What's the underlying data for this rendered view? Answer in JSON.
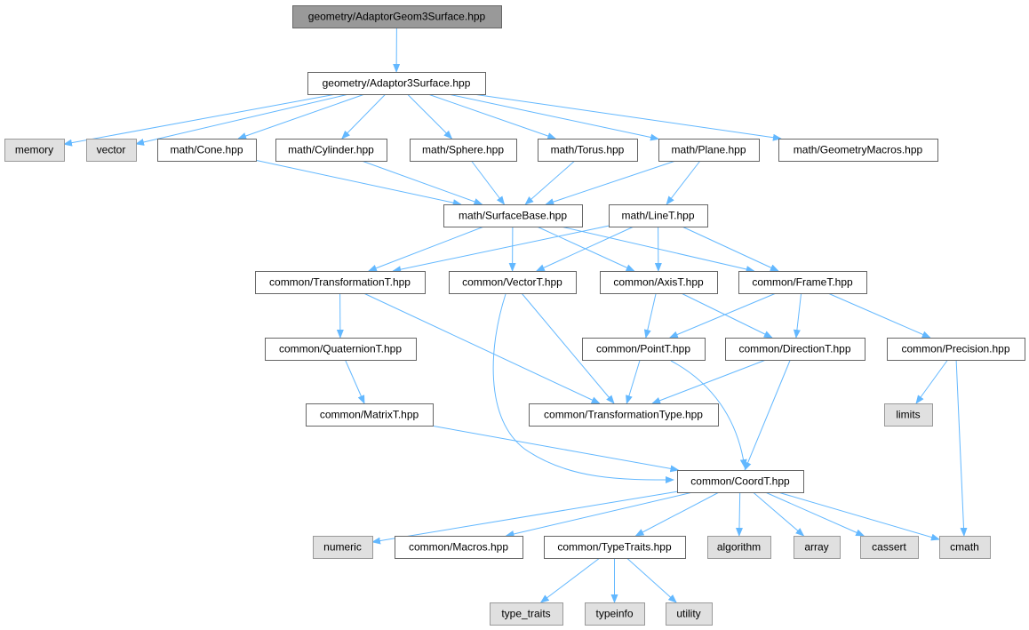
{
  "colors": {
    "edge": "#63b8ff",
    "root_fill": "#999999",
    "root_stroke": "#666666",
    "file_fill": "#ffffff",
    "file_stroke": "#666666",
    "system_fill": "#e0e0e0",
    "system_stroke": "#999999"
  },
  "nodes": [
    {
      "id": "root",
      "label": "geometry/AdaptorGeom3Surface.hpp",
      "kind": "root"
    },
    {
      "id": "a3s",
      "label": "geometry/Adaptor3Surface.hpp",
      "kind": "file"
    },
    {
      "id": "memory",
      "label": "memory",
      "kind": "system"
    },
    {
      "id": "vector",
      "label": "vector",
      "kind": "system"
    },
    {
      "id": "cone",
      "label": "math/Cone.hpp",
      "kind": "file"
    },
    {
      "id": "cyl",
      "label": "math/Cylinder.hpp",
      "kind": "file"
    },
    {
      "id": "sphere",
      "label": "math/Sphere.hpp",
      "kind": "file"
    },
    {
      "id": "torus",
      "label": "math/Torus.hpp",
      "kind": "file"
    },
    {
      "id": "plane",
      "label": "math/Plane.hpp",
      "kind": "file"
    },
    {
      "id": "gmacros",
      "label": "math/GeometryMacros.hpp",
      "kind": "file"
    },
    {
      "id": "surfbase",
      "label": "math/SurfaceBase.hpp",
      "kind": "file"
    },
    {
      "id": "line",
      "label": "math/LineT.hpp",
      "kind": "file"
    },
    {
      "id": "transT",
      "label": "common/TransformationT.hpp",
      "kind": "file"
    },
    {
      "id": "vectorT",
      "label": "common/VectorT.hpp",
      "kind": "file"
    },
    {
      "id": "axisT",
      "label": "common/AxisT.hpp",
      "kind": "file"
    },
    {
      "id": "frameT",
      "label": "common/FrameT.hpp",
      "kind": "file"
    },
    {
      "id": "quat",
      "label": "common/QuaternionT.hpp",
      "kind": "file"
    },
    {
      "id": "pointT",
      "label": "common/PointT.hpp",
      "kind": "file"
    },
    {
      "id": "dirT",
      "label": "common/DirectionT.hpp",
      "kind": "file"
    },
    {
      "id": "prec",
      "label": "common/Precision.hpp",
      "kind": "file"
    },
    {
      "id": "matrix",
      "label": "common/MatrixT.hpp",
      "kind": "file"
    },
    {
      "id": "ttype",
      "label": "common/TransformationType.hpp",
      "kind": "file"
    },
    {
      "id": "limits",
      "label": "limits",
      "kind": "system"
    },
    {
      "id": "coord",
      "label": "common/CoordT.hpp",
      "kind": "file"
    },
    {
      "id": "numeric",
      "label": "numeric",
      "kind": "system"
    },
    {
      "id": "cmacros",
      "label": "common/Macros.hpp",
      "kind": "file"
    },
    {
      "id": "traits",
      "label": "common/TypeTraits.hpp",
      "kind": "file"
    },
    {
      "id": "algorithm",
      "label": "algorithm",
      "kind": "system"
    },
    {
      "id": "array",
      "label": "array",
      "kind": "system"
    },
    {
      "id": "cassert",
      "label": "cassert",
      "kind": "system"
    },
    {
      "id": "cmath",
      "label": "cmath",
      "kind": "system"
    },
    {
      "id": "type_traits",
      "label": "type_traits",
      "kind": "system"
    },
    {
      "id": "typeinfo",
      "label": "typeinfo",
      "kind": "system"
    },
    {
      "id": "utility",
      "label": "utility",
      "kind": "system"
    }
  ],
  "edges": [
    [
      "root",
      "a3s"
    ],
    [
      "a3s",
      "memory"
    ],
    [
      "a3s",
      "vector"
    ],
    [
      "a3s",
      "cone"
    ],
    [
      "a3s",
      "cyl"
    ],
    [
      "a3s",
      "sphere"
    ],
    [
      "a3s",
      "torus"
    ],
    [
      "a3s",
      "plane"
    ],
    [
      "a3s",
      "gmacros"
    ],
    [
      "cone",
      "surfbase"
    ],
    [
      "cyl",
      "surfbase"
    ],
    [
      "sphere",
      "surfbase"
    ],
    [
      "torus",
      "surfbase"
    ],
    [
      "plane",
      "surfbase"
    ],
    [
      "plane",
      "line"
    ],
    [
      "surfbase",
      "transT"
    ],
    [
      "surfbase",
      "vectorT"
    ],
    [
      "surfbase",
      "axisT"
    ],
    [
      "surfbase",
      "frameT"
    ],
    [
      "line",
      "transT"
    ],
    [
      "line",
      "vectorT"
    ],
    [
      "line",
      "axisT"
    ],
    [
      "line",
      "frameT"
    ],
    [
      "transT",
      "quat"
    ],
    [
      "transT",
      "ttype"
    ],
    [
      "vectorT",
      "ttype"
    ],
    [
      "vectorT",
      "coord"
    ],
    [
      "axisT",
      "pointT"
    ],
    [
      "axisT",
      "dirT"
    ],
    [
      "frameT",
      "pointT"
    ],
    [
      "frameT",
      "dirT"
    ],
    [
      "frameT",
      "prec"
    ],
    [
      "quat",
      "matrix"
    ],
    [
      "pointT",
      "ttype"
    ],
    [
      "pointT",
      "coord"
    ],
    [
      "dirT",
      "ttype"
    ],
    [
      "dirT",
      "coord"
    ],
    [
      "prec",
      "limits"
    ],
    [
      "prec",
      "cmath"
    ],
    [
      "matrix",
      "coord"
    ],
    [
      "coord",
      "numeric"
    ],
    [
      "coord",
      "cmacros"
    ],
    [
      "coord",
      "traits"
    ],
    [
      "coord",
      "algorithm"
    ],
    [
      "coord",
      "array"
    ],
    [
      "coord",
      "cassert"
    ],
    [
      "coord",
      "cmath"
    ],
    [
      "traits",
      "type_traits"
    ],
    [
      "traits",
      "typeinfo"
    ],
    [
      "traits",
      "utility"
    ]
  ]
}
